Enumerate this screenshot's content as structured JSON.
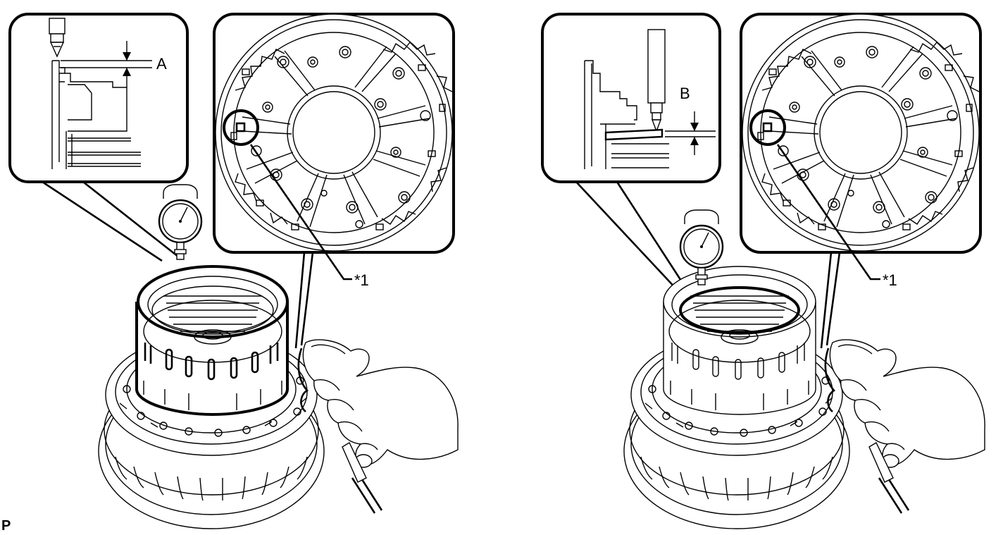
{
  "labels": {
    "dim_a": "A",
    "dim_b": "B",
    "callout_left": "*1",
    "callout_right": "*1",
    "page_marker": "P"
  },
  "colors": {
    "line": "#000000",
    "background": "#ffffff"
  }
}
